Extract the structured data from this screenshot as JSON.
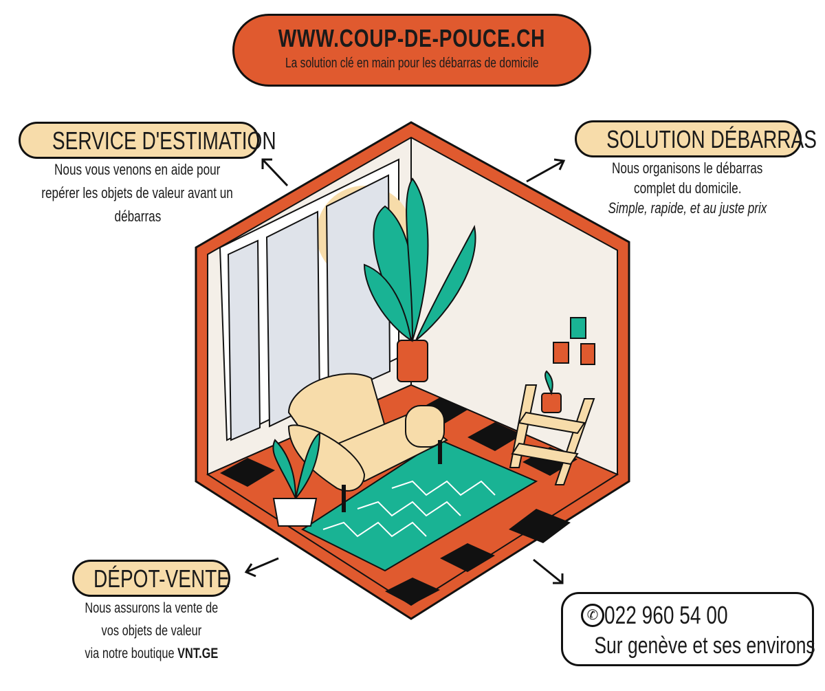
{
  "header": {
    "title": "WWW.COUP-DE-POUCE.CH",
    "subtitle": "La solution clé en main pour les débarras de domicile"
  },
  "services": {
    "estimation": {
      "title": "SERVICE D'ESTIMATION",
      "lines": [
        "Nous vous venons en aide pour",
        "repérer les objets de valeur avant un",
        "débarras"
      ]
    },
    "debarras": {
      "title": "SOLUTION DÉBARRAS",
      "lines": [
        "Nous organisons le débarras",
        "complet du domicile."
      ],
      "tagline": "Simple, rapide, et au juste prix"
    },
    "depot": {
      "title": "DÉPOT-VENTE",
      "lines": [
        "Nous assurons la vente de",
        "vos objets de valeur"
      ],
      "last_prefix": "via notre boutique ",
      "shop": "VNT.GE"
    }
  },
  "contact": {
    "icon": "phone-icon",
    "phone": "022 960 54 00",
    "area": "Sur genève et ses environs"
  },
  "colors": {
    "orange": "#e05a2f",
    "beige": "#f7dcaa",
    "teal": "#19b394",
    "cream": "#f4efe8"
  }
}
